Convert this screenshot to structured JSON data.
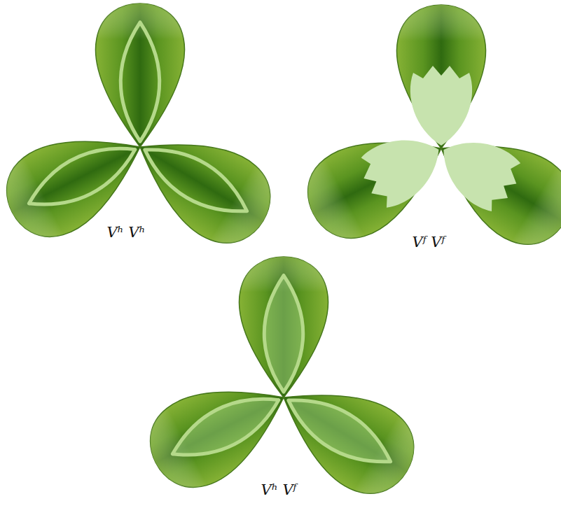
{
  "diagram": {
    "labels": [
      "Vʰ Vʰ",
      "Vᶠ Vᶠ",
      "Vʰ Vᶠ"
    ]
  }
}
